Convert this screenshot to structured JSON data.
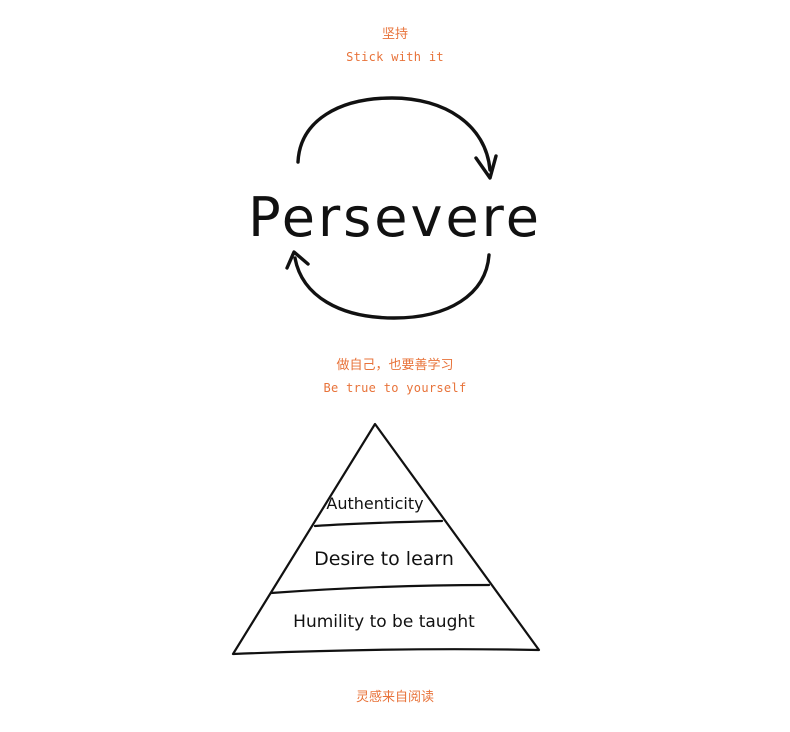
{
  "section1": {
    "zh_caption": "坚持",
    "en_caption": "Stick with it",
    "word": "Persevere"
  },
  "section2": {
    "zh_caption": "做自己，也要善学习",
    "en_caption": "Be true to yourself",
    "pyramid_levels": [
      "Authenticity",
      "Desire to learn",
      "Humility to be taught"
    ]
  },
  "footer": {
    "zh_caption": "灵感来自阅读"
  },
  "colors": {
    "caption": "#e8733a",
    "ink": "#111111",
    "background": "#ffffff"
  }
}
